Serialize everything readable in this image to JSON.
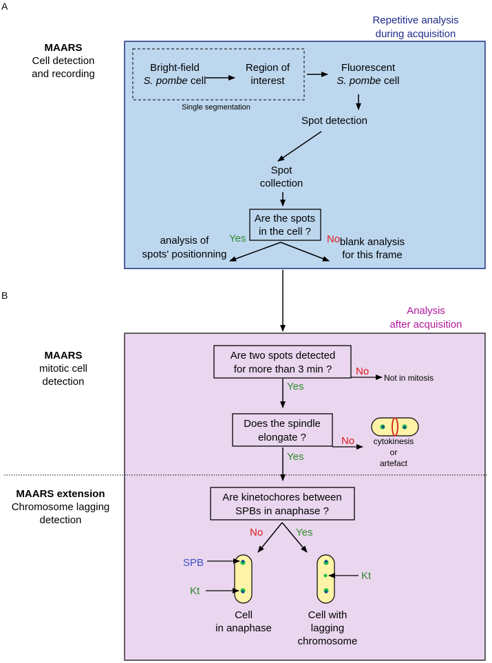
{
  "colors": {
    "panel_a_fill": "#bdd7ee",
    "panel_a_stroke": "#1f2f7a",
    "panel_b_fill": "#ead6ee",
    "panel_a_caption": "#1f2a8a",
    "panel_b_caption": "#b0179a",
    "yes": "#2e8b2e",
    "no": "#e01b1b",
    "spb_label": "#3b4fc4",
    "cell_fill": "#fff3a8",
    "spot_green": "#17b84a",
    "spot_blue": "#1a2ba8",
    "ring": "#d01c1c"
  },
  "panel_a": {
    "letter": "A",
    "side_title": "MAARS",
    "side_subtitle_1": "Cell detection",
    "side_subtitle_2": "and recording",
    "caption_1": "Repetitive analysis",
    "caption_2": "during acquisition",
    "brightfield_1": "Bright-field",
    "brightfield_2a": "S. pombe",
    "brightfield_2b": " cell",
    "roi_1": "Region of",
    "roi_2": "interest",
    "single_segmentation": "Single segmentation",
    "fluorescent_1": "Fluorescent",
    "fluorescent_2a": "S. pombe",
    "fluorescent_2b": " cell",
    "spot_detection": "Spot detection",
    "spot_collection_1": "Spot",
    "spot_collection_2": "collection",
    "question_1": "Are the spots",
    "question_2": "in the cell ?",
    "yes": "Yes",
    "no": "No",
    "left_outcome_1": "analysis of",
    "left_outcome_2": "spots' positionning",
    "right_outcome_1": "blank analysis",
    "right_outcome_2": "for this frame"
  },
  "panel_b": {
    "letter": "B",
    "caption_1": "Analysis",
    "caption_2": "after acquisition",
    "side_title": "MAARS",
    "side_subtitle_1": "mitotic cell",
    "side_subtitle_2": "detection",
    "q1_1": "Are two spots detected",
    "q1_2": "for more than 3 min ?",
    "q1_no": "No",
    "q1_no_outcome": "Not in mitosis",
    "q1_yes": "Yes",
    "q2_1": "Does the spindle",
    "q2_2": "elongate ?",
    "q2_no": "No",
    "q2_no_outcome_1": "cytokinesis",
    "q2_no_outcome_2": "or",
    "q2_no_outcome_3": "artefact",
    "q2_yes": "Yes",
    "ext_title": "MAARS extension",
    "ext_subtitle_1": "Chromosome lagging",
    "ext_subtitle_2": "detection",
    "q3_1": "Are kinetochores between",
    "q3_2": "SPBs in anaphase ?",
    "q3_no": "No",
    "q3_yes": "Yes",
    "spb_label": "SPB",
    "kt_label_left": "Kt",
    "kt_label_right": "Kt",
    "left_cell_1": "Cell",
    "left_cell_2": "in anaphase",
    "right_cell_1": "Cell with",
    "right_cell_2": "lagging",
    "right_cell_3": "chromosome"
  }
}
